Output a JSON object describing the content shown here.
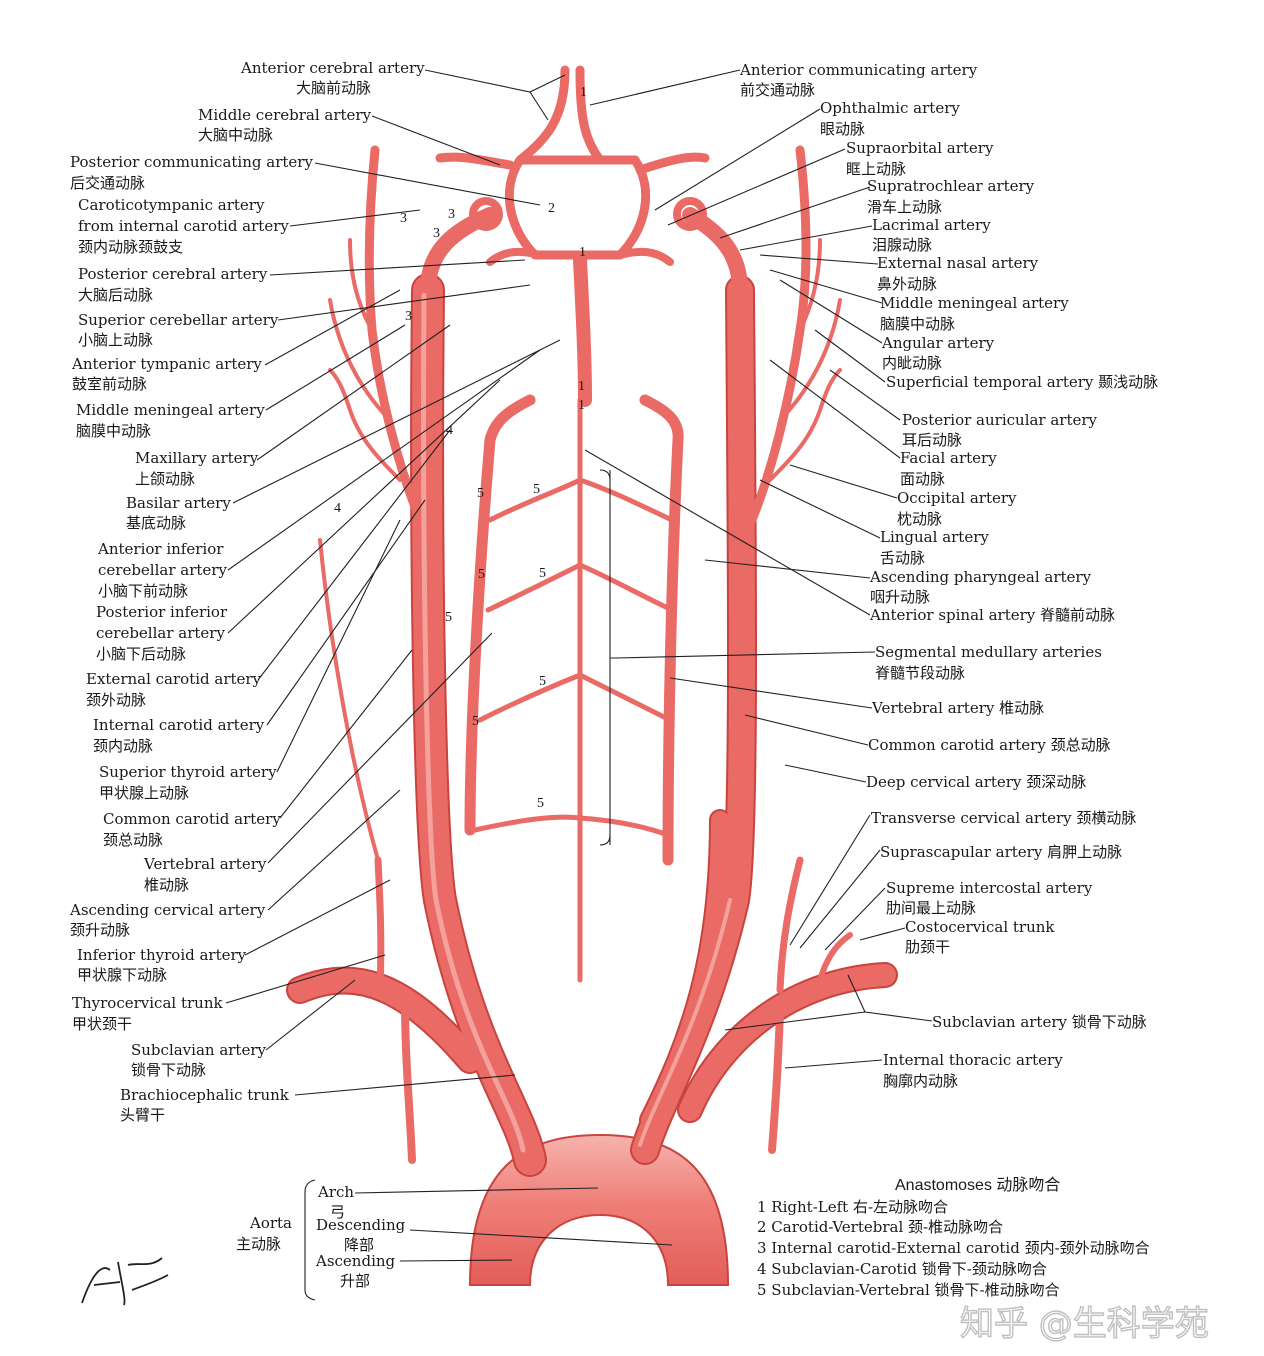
{
  "colors": {
    "artery": "#ea6a66",
    "artery_edge": "#c9433f",
    "artery_highlight": "#f8b9b3",
    "text": "#1a1a1a",
    "leader": "#222222"
  },
  "labels": [
    {
      "id": "acerebral",
      "en": "Anterior cerebral artery",
      "zh": "大脑前动脉"
    },
    {
      "id": "mcerebral",
      "en": "Middle cerebral artery",
      "zh": "大脑中动脉"
    },
    {
      "id": "pcomm",
      "en": "Posterior communicating artery",
      "zh": "后交通动脉"
    },
    {
      "id": "carotico",
      "en": "Caroticotympanic artery",
      "en2": "from internal carotid artery",
      "zh": "颈内动脉颈鼓支"
    },
    {
      "id": "pcerebral",
      "en": "Posterior cerebral artery",
      "zh": "大脑后动脉"
    },
    {
      "id": "scerebellar",
      "en": "Superior cerebellar artery",
      "zh": "小脑上动脉"
    },
    {
      "id": "atympanic",
      "en": "Anterior tympanic artery",
      "zh": "鼓室前动脉"
    },
    {
      "id": "mmeningealL",
      "en": "Middle meningeal artery",
      "zh": "脑膜中动脉"
    },
    {
      "id": "maxillary",
      "en": "Maxillary artery",
      "zh": "上颌动脉"
    },
    {
      "id": "basilar",
      "en": "Basilar artery",
      "zh": "基底动脉"
    },
    {
      "id": "aica",
      "en": "Anterior inferior",
      "en2": "cerebellar artery",
      "zh": "小脑下前动脉"
    },
    {
      "id": "pica",
      "en": "Posterior inferior",
      "en2": "cerebellar artery",
      "zh": "小脑下后动脉"
    },
    {
      "id": "ecarotid",
      "en": "External carotid artery",
      "zh": "颈外动脉"
    },
    {
      "id": "icarotid",
      "en": "Internal carotid artery",
      "zh": "颈内动脉"
    },
    {
      "id": "sthyroid",
      "en": "Superior thyroid artery",
      "zh": "甲状腺上动脉"
    },
    {
      "id": "ccarotidL",
      "en": "Common carotid artery",
      "zh": "颈总动脉"
    },
    {
      "id": "vertebralL",
      "en": "Vertebral artery",
      "zh": "椎动脉"
    },
    {
      "id": "acervical",
      "en": "Ascending cervical artery",
      "zh": "颈升动脉"
    },
    {
      "id": "ithyroid",
      "en": "Inferior thyroid artery",
      "zh": "甲状腺下动脉"
    },
    {
      "id": "thyrocervical",
      "en": "Thyrocervical trunk",
      "zh": "甲状颈干"
    },
    {
      "id": "subclavianL",
      "en": "Subclavian artery",
      "zh": "锁骨下动脉"
    },
    {
      "id": "brachio",
      "en": "Brachiocephalic trunk",
      "zh": "头臂干"
    },
    {
      "id": "acomm",
      "en": "Anterior communicating artery",
      "zh": "前交通动脉"
    },
    {
      "id": "ophthalmic",
      "en": "Ophthalmic artery",
      "zh": "眼动脉"
    },
    {
      "id": "supraorbital",
      "en": "Supraorbital artery",
      "zh": "眶上动脉"
    },
    {
      "id": "supratrochlear",
      "en": "Supratrochlear artery",
      "zh": "滑车上动脉"
    },
    {
      "id": "lacrimal",
      "en": "Lacrimal artery",
      "zh": "泪腺动脉"
    },
    {
      "id": "extnasal",
      "en": "External nasal artery",
      "zh": "鼻外动脉"
    },
    {
      "id": "mmeningealR",
      "en": "Middle meningeal artery",
      "zh": "脑膜中动脉"
    },
    {
      "id": "angular",
      "en": "Angular artery",
      "zh": "内眦动脉"
    },
    {
      "id": "stemporal",
      "en": "Superficial temporal artery 颞浅动脉"
    },
    {
      "id": "pauricular",
      "en": "Posterior auricular artery",
      "zh": "耳后动脉"
    },
    {
      "id": "facial",
      "en": "Facial artery",
      "zh": "面动脉"
    },
    {
      "id": "occipital",
      "en": "Occipital artery",
      "zh": "枕动脉"
    },
    {
      "id": "lingual",
      "en": "Lingual artery",
      "zh": "舌动脉"
    },
    {
      "id": "apharyngeal",
      "en": "Ascending pharyngeal artery",
      "zh": "咽升动脉"
    },
    {
      "id": "aspinal",
      "en": "Anterior spinal artery 脊髓前动脉"
    },
    {
      "id": "segmental",
      "en": "Segmental medullary arteries",
      "zh": "脊髓节段动脉"
    },
    {
      "id": "vertebralR",
      "en": "Vertebral artery 椎动脉"
    },
    {
      "id": "ccarotidR",
      "en": "Common carotid artery 颈总动脉"
    },
    {
      "id": "dcervical",
      "en": "Deep cervical artery 颈深动脉"
    },
    {
      "id": "tcervical",
      "en": "Transverse cervical artery 颈横动脉"
    },
    {
      "id": "suprascapular",
      "en": "Suprascapular artery 肩胛上动脉"
    },
    {
      "id": "sintercostal",
      "en": "Supreme intercostal artery",
      "zh": "肋间最上动脉"
    },
    {
      "id": "costocervical",
      "en": "Costocervical trunk",
      "zh": "肋颈干"
    },
    {
      "id": "subclavianR",
      "en": "Subclavian artery 锁骨下动脉"
    },
    {
      "id": "ithoracic",
      "en": "Internal thoracic artery",
      "zh": "胸廓内动脉"
    }
  ],
  "aorta": {
    "label_en": "Aorta",
    "label_zh": "主动脉",
    "parts": [
      {
        "en": "Arch",
        "zh": "弓"
      },
      {
        "en": "Descending",
        "zh": "降部"
      },
      {
        "en": "Ascending",
        "zh": "升部"
      }
    ]
  },
  "anastomoses": {
    "title": "Anastomoses 动脉吻合",
    "items": [
      "1 Right-Left 右-左动脉吻合",
      "2 Carotid-Vertebral 颈-椎动脉吻合",
      "3 Internal carotid-External carotid 颈内-颈外动脉吻合",
      "4 Subclavian-Carotid 锁骨下-颈动脉吻合",
      "5 Subclavian-Vertebral 锁骨下-椎动脉吻合"
    ]
  },
  "markers": [
    {
      "id": "m1a",
      "text": "1"
    },
    {
      "id": "m2",
      "text": "2"
    },
    {
      "id": "m3a",
      "text": "3"
    },
    {
      "id": "m3b",
      "text": "3"
    },
    {
      "id": "m3c",
      "text": "3"
    },
    {
      "id": "m1b",
      "text": "1"
    },
    {
      "id": "m3d",
      "text": "3"
    },
    {
      "id": "m1c",
      "text": "1"
    },
    {
      "id": "m1d",
      "text": "1"
    },
    {
      "id": "m4a",
      "text": "4"
    },
    {
      "id": "m4b",
      "text": "4"
    },
    {
      "id": "m5a",
      "text": "5"
    },
    {
      "id": "m5b",
      "text": "5"
    },
    {
      "id": "m5c",
      "text": "5"
    },
    {
      "id": "m5d",
      "text": "5"
    },
    {
      "id": "m5e",
      "text": "5"
    },
    {
      "id": "m5f",
      "text": "5"
    },
    {
      "id": "m5g",
      "text": "5"
    },
    {
      "id": "m5h",
      "text": "5"
    }
  ],
  "signature": "F. Netter M.D.",
  "watermark": "知乎 @生科学苑"
}
